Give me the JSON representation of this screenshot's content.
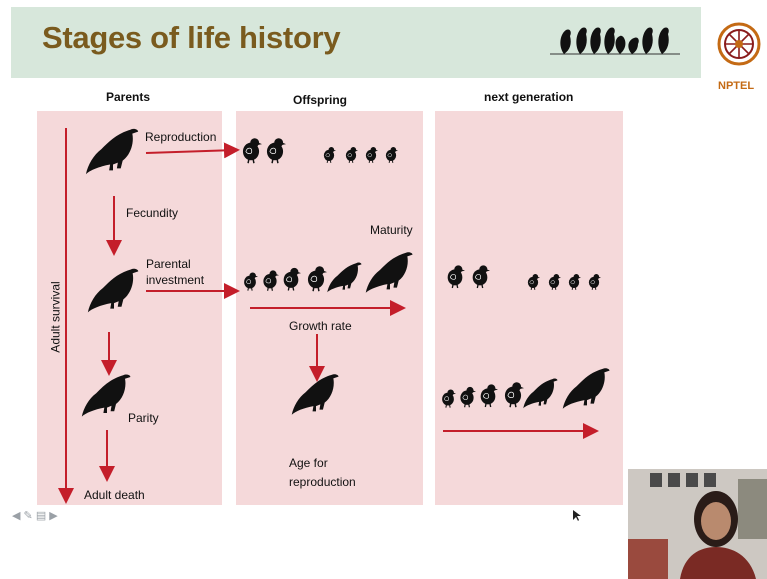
{
  "slide": {
    "title": "Stages of life history",
    "logo_text": "NPTEL"
  },
  "columns": {
    "parents": "Parents",
    "offspring": "Offspring",
    "next_generation": "next generation"
  },
  "labels": {
    "adult_survival": "Adult survival",
    "reproduction": "Reproduction",
    "fecundity": "Fecundity",
    "parental_investment_1": "Parental",
    "parental_investment_2": "investment",
    "parity": "Parity",
    "adult_death": "Adult death",
    "maturity": "Maturity",
    "growth_rate": "Growth rate",
    "age_for_reproduction_1": "Age for",
    "age_for_reproduction_2": "reproduction"
  },
  "colors": {
    "header_bg": "#d7e7db",
    "title": "#7a5b1e",
    "panel_bg": "#f5d9da",
    "arrow": "#c41e2a",
    "nptel": "#c46a14"
  },
  "icons": [
    "bird-icon",
    "chick-icon",
    "birds-on-wire-icon",
    "nptel-logo-icon",
    "arrow-left-icon",
    "pen-icon",
    "slides-icon",
    "arrow-right-icon"
  ]
}
